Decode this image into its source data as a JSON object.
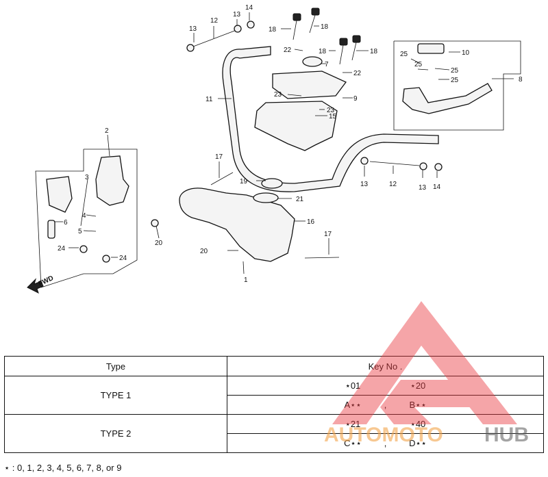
{
  "diagram": {
    "callouts": [
      "1",
      "2",
      "3",
      "4",
      "5",
      "6",
      "7",
      "8",
      "9",
      "10",
      "11",
      "12",
      "12",
      "13",
      "13",
      "13",
      "13",
      "14",
      "14",
      "15",
      "16",
      "17",
      "17",
      "18",
      "18",
      "18",
      "18",
      "19",
      "20",
      "20",
      "21",
      "22",
      "22",
      "23",
      "23",
      "24",
      "24",
      "25",
      "25",
      "25",
      "25"
    ],
    "direction_label": "FWD"
  },
  "table": {
    "header_type": "Type",
    "header_key": "Key No .",
    "rows": [
      {
        "type": "TYPE 1",
        "key_top_a": "⋆01",
        "key_top_b": "⋆20",
        "key_bottom_a": "A⋆⋆",
        "key_bottom_sep": ",",
        "key_bottom_b": "B⋆⋆"
      },
      {
        "type": "TYPE 2",
        "key_top_a": "⋆21",
        "key_top_b": "⋆40",
        "key_bottom_a": "C⋆⋆",
        "key_bottom_sep": ",",
        "key_bottom_b": "D⋆⋆"
      }
    ]
  },
  "footnote": "⋆ : 0, 1, 2, 3, 4, 5, 6, 7, 8, or 9",
  "watermark": {
    "text_a": "AUTOMOTO",
    "text_b": "HUB",
    "color": "#e8383d",
    "accent": "#f2a34a",
    "dark": "#5a5a5a"
  }
}
